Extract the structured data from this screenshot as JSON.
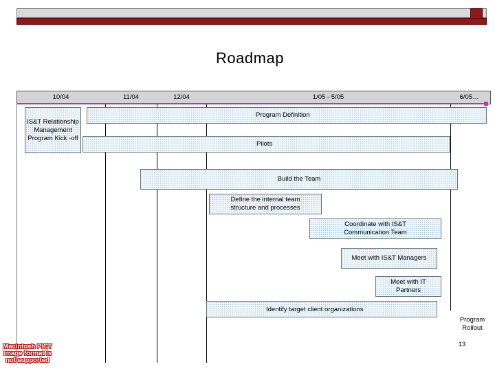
{
  "title": "Roadmap",
  "periods": [
    "10/04",
    "11/04",
    "12/04",
    "1/05 - 5/05",
    "6/05…"
  ],
  "milestones": {
    "kickoff": "IS&T Relationship Management Program Kick -off",
    "rollout": "Program Rollout"
  },
  "tasks": {
    "program_definition": "Program Definition",
    "pilots": "Pilots",
    "build_team": "Build the Team",
    "define_structure": "Define the internal team structure and processes",
    "coordinate": "Coordinate with IS&T Communication Team",
    "meet_managers": "Meet with IS&T Managers",
    "meet_partners": "Meet with IT Partners",
    "identify_clients": "Identify target client organizations"
  },
  "page_number": "13",
  "placeholder_notice": "Macintosh PICT image format is not supported",
  "colors": {
    "header_red": "#8b1a1a",
    "timeline_accent": "#b23bb2",
    "bar_fill": "#f3f8fb",
    "notice_red": "#c00000"
  }
}
